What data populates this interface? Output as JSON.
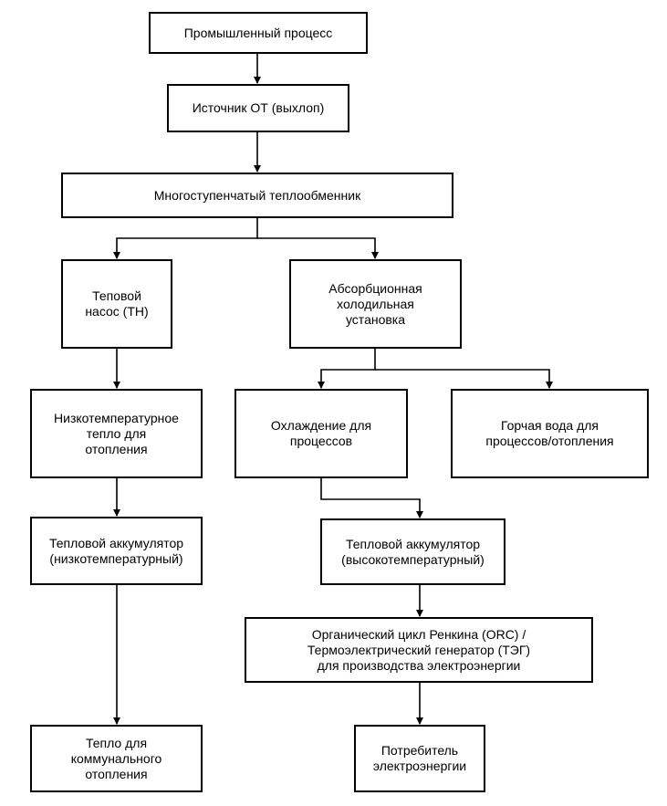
{
  "nodes": {
    "industrial_process": "Промышленный процесс",
    "waste_heat_source": "Источник ОТ (выхлоп)",
    "heat_exchanger": "Многоступенчатый теплообменник",
    "heat_pump": "Теповой\nнасос (ТН)",
    "absorption_chiller": "Абсорбционная\nхолодильная\nустановка",
    "low_temp_heat": "Низкотемпературное\nтепло для\nотопления",
    "process_cooling": "Охлаждение для\nпроцессов",
    "hot_water": "Горчая вода для\nпроцессов/отопления",
    "thermal_storage_low": "Тепловой аккумулятор\n(низкотемпературный)",
    "thermal_storage_high": "Тепловой аккумулятор\n(высокотемпературный)",
    "orc_teg": "Органический цикл Ренкина (ORC) /\nТермоэлектрический  генератор (ТЭГ)\nдля производства электроэнергии",
    "district_heating": "Тепло для\nкоммунального\nотопления",
    "electricity_consumer": "Потребитель\nэлектроэнергии"
  },
  "colors": {
    "stroke": "#000000",
    "fill": "#ffffff",
    "text": "#000000"
  }
}
